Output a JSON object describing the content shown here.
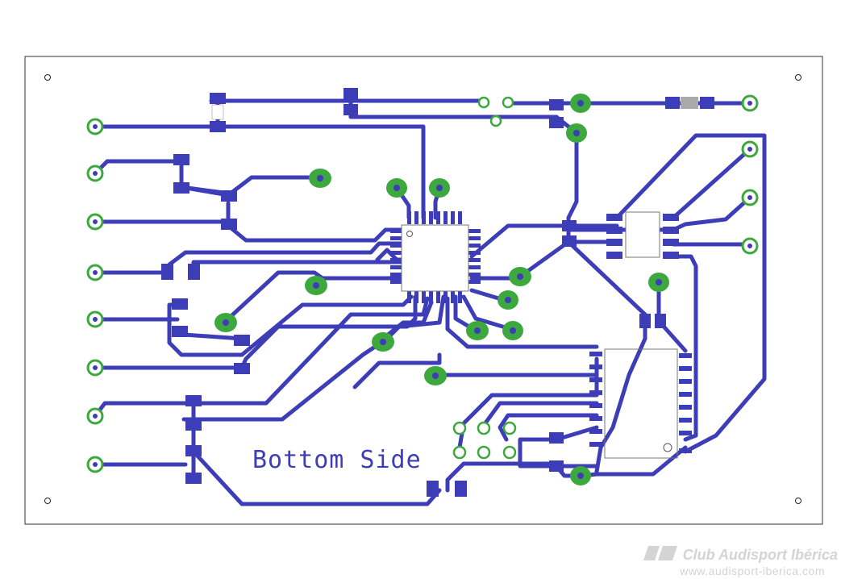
{
  "board": {
    "side_label": "Bottom Side"
  },
  "watermark": {
    "title": "Club Audisport Ibérica",
    "url": "www.audisport-iberica.com"
  },
  "colors": {
    "trace": "#3d3db8",
    "pad_ring": "#3da83d",
    "outline": "#333333",
    "watermark": "#d4d4d4"
  }
}
